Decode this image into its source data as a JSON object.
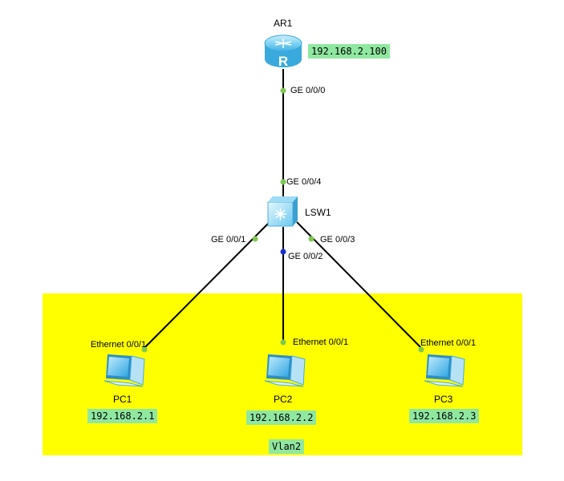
{
  "zone": {
    "label": "Vlan2",
    "color": "#ffff00"
  },
  "router": {
    "name": "AR1",
    "ip": "192.168.2.100",
    "port": "GE 0/0/0",
    "icon": "router-icon"
  },
  "switch": {
    "name": "LSW1",
    "icon": "switch-icon",
    "ports": {
      "uplink": "GE 0/0/4",
      "p1": "GE 0/0/1",
      "p2": "GE 0/0/2",
      "p3": "GE 0/0/3"
    }
  },
  "pcs": [
    {
      "name": "PC1",
      "ip": "192.168.2.1",
      "port": "Ethernet 0/0/1",
      "icon": "pc-icon"
    },
    {
      "name": "PC2",
      "ip": "192.168.2.2",
      "port": "Ethernet 0/0/1",
      "icon": "pc-icon"
    },
    {
      "name": "PC3",
      "ip": "192.168.2.3",
      "port": "Ethernet 0/0/1",
      "icon": "pc-icon"
    }
  ],
  "colors": {
    "link": "#000000",
    "port_up": "#7ec850",
    "port_blue": "#1a2fd6",
    "ip_bg": "#90e8a0"
  }
}
